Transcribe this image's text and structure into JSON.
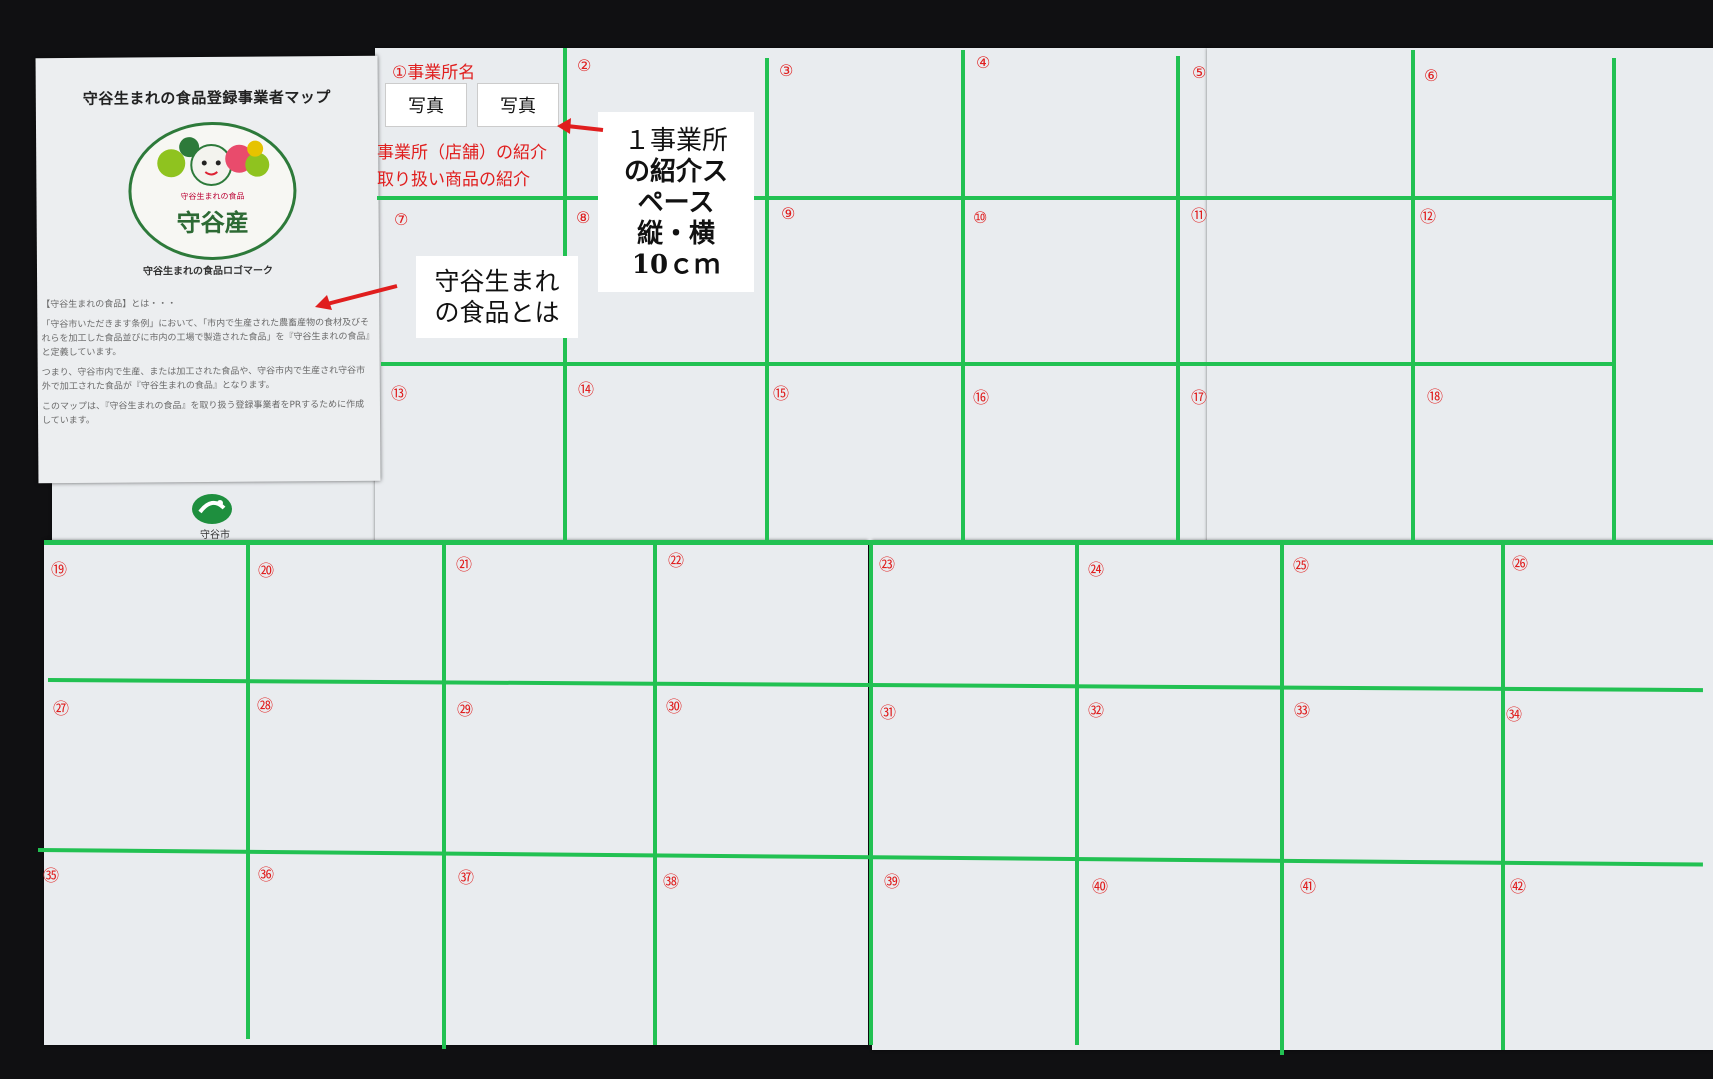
{
  "cover": {
    "title": "守谷生まれの食品登録事業者マップ",
    "logo_text": "守谷産",
    "logo_small": "守谷生まれの食品",
    "logo_caption": "守谷生まれの食品ロゴマーク",
    "body": [
      "【守谷生まれの食品】とは・・・",
      "「守谷市いただきます条例」において、「市内で生産された農畜産物の食材及びそれらを加工した食品並びに市内の工場で製造された食品」を『守谷生まれの食品』と定義しています。",
      "つまり、守谷市内で生産、または加工された食品や、守谷市内で生産され守谷市外で加工された食品が『守谷生まれの食品』となります。",
      "このマップは、『守谷生まれの食品』を取り扱う登録事業者をPRするために作成しています。"
    ],
    "city": "守谷市"
  },
  "annotations": {
    "office_name": "①事業所名",
    "photo1": "写真",
    "photo2": "写真",
    "intro_line1": "事業所（店舗）の紹介",
    "intro_line2": "取り扱い商品の紹介",
    "space_callout": [
      "１事業所",
      "の紹介ス",
      "ペース",
      "縦・横",
      "10ｃｍ"
    ],
    "food_callout": [
      "守谷生まれ",
      "の食品とは"
    ]
  },
  "cell_numbers": [
    "②",
    "③",
    "④",
    "⑤",
    "⑥",
    "⑦",
    "⑧",
    "⑨",
    "⑩",
    "⑪",
    "⑫",
    "⑬",
    "⑭",
    "⑮",
    "⑯",
    "⑰",
    "⑱",
    "⑲",
    "⑳",
    "㉑",
    "㉒",
    "㉓",
    "㉔",
    "㉕",
    "㉖",
    "㉗",
    "㉘",
    "㉙",
    "㉚",
    "㉛",
    "㉜",
    "㉝",
    "㉞",
    "㉟",
    "㊱",
    "㊲",
    "㊳",
    "㊴",
    "㊵",
    "㊶",
    "㊷"
  ],
  "colors": {
    "grid": "#22c152",
    "numbers": "#e01e1e",
    "arrow": "#e01e1e"
  }
}
